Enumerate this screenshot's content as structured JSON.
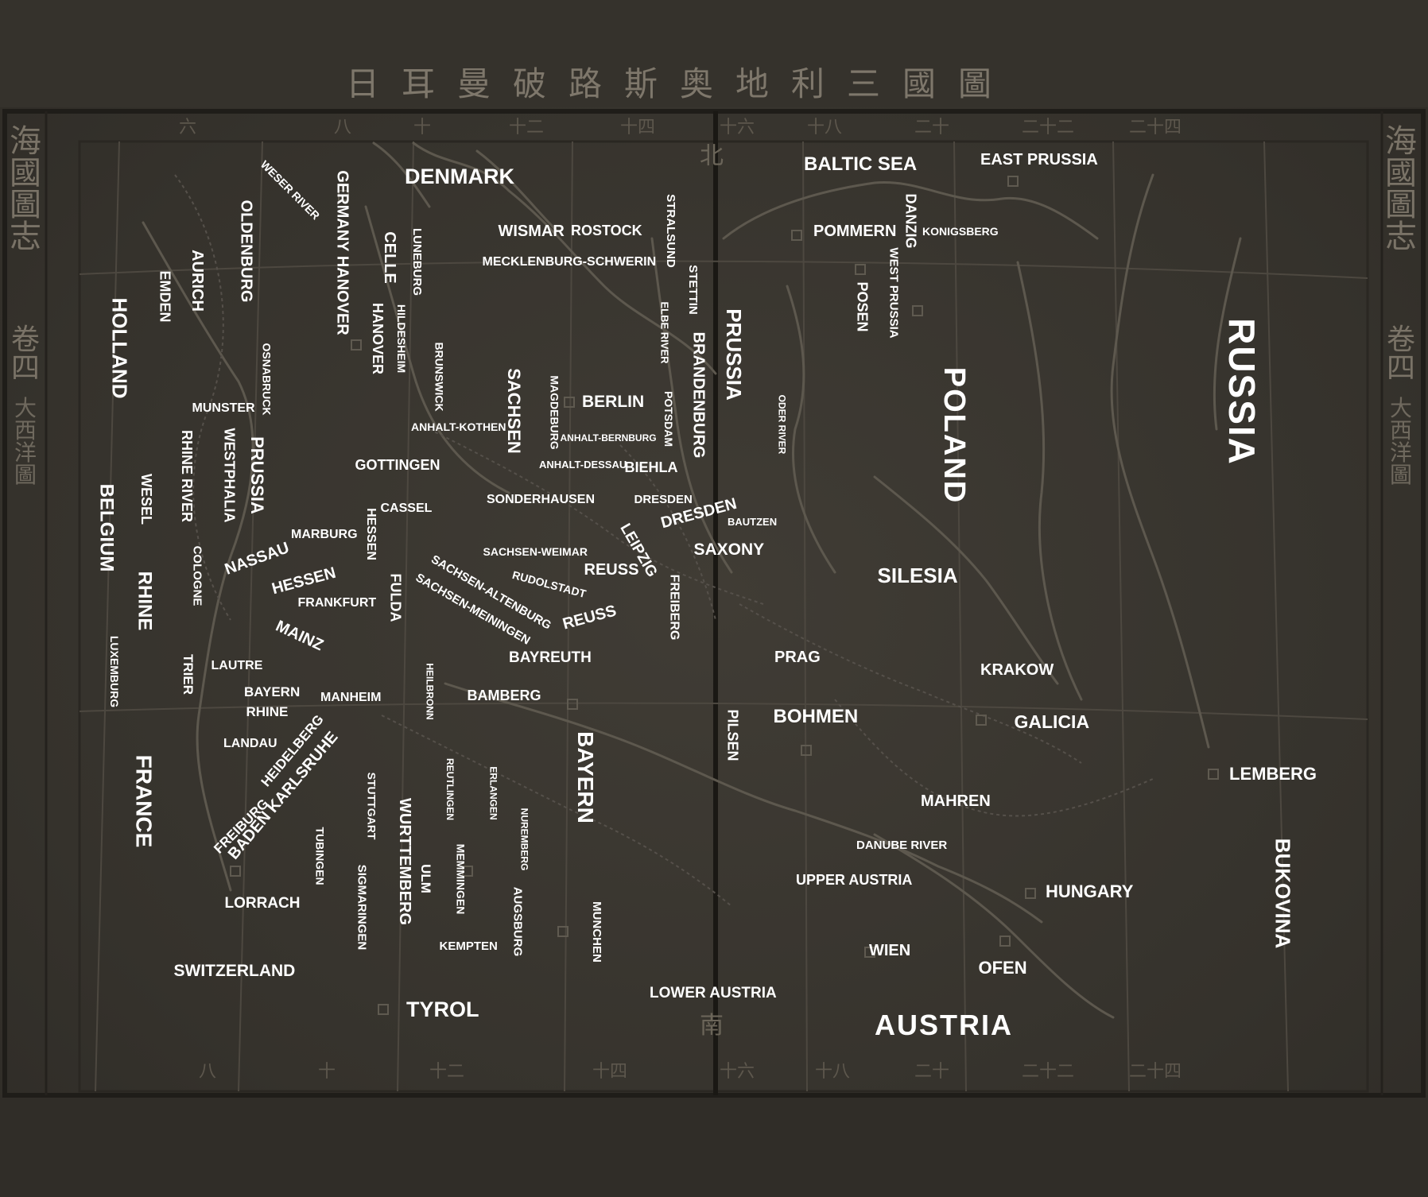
{
  "map": {
    "title_cn": "日耳曼破路斯奥地利三國圖",
    "side_title_left": "海國圖志",
    "side_title_right": "海國圖志",
    "volume_left": "卷四",
    "volume_right": "卷四",
    "subtitle_left": "大西洋圖",
    "subtitle_right": "大西洋圖",
    "north_marker": "北",
    "south_marker": "南",
    "top_scale": [
      "六",
      "八",
      "十",
      "十二",
      "十四",
      "十六",
      "十八",
      "二十",
      "二十二",
      "二十四"
    ],
    "bottom_scale": [
      "八",
      "十",
      "十二",
      "十四",
      "十六",
      "十八",
      "二十",
      "二十二",
      "二十四"
    ],
    "labels": {
      "denmark": "DENMARK",
      "baltic_sea": "BALTIC SEA",
      "east_prussia": "EAST PRUSSIA",
      "weser_river": "WESER RIVER",
      "oldenburg": "OLDENBURG",
      "germany_hanover": "GERMANY HANOVER",
      "celle": "CELLE",
      "luneburg": "LUNEBURG",
      "wismar": "WISMAR",
      "rostock": "ROSTOCK",
      "mecklenburg_schwerin": "MECKLENBURG-SCHWERIN",
      "stralsund": "STRALSUND",
      "stettin": "STETTIN",
      "pommern": "POMMERN",
      "danzig": "DANZIG",
      "konigsberg": "KONIGSBERG",
      "west_prussia": "WEST PRUSSIA",
      "posen": "POSEN",
      "aurich": "AURICH",
      "emden": "EMDEN",
      "holland": "HOLLAND",
      "hanover": "HANOVER",
      "hildesheim": "HILDESHEIM",
      "elbe_river": "ELBE RIVER",
      "brandenburg": "BRANDENBURG",
      "prussia_east": "PRUSSIA",
      "russia": "RUSSIA",
      "osnabruck": "OSNABRUCK",
      "brunswick": "BRUNSWICK",
      "sachsen": "SACHSEN",
      "magdeburg": "MAGDEBURG",
      "berlin": "BERLIN",
      "potsdam": "POTSDAM",
      "oder_river": "ODER RIVER",
      "poland": "POLAND",
      "munster": "MUNSTER",
      "anhalt_kothen": "ANHALT-KOTHEN",
      "anhalt_bernburg": "ANHALT-BERNBURG",
      "rhine_river": "RHINE RIVER",
      "westphalia": "WESTPHALIA",
      "prussia_west": "PRUSSIA",
      "gottingen": "GOTTINGEN",
      "anhalt_dessau": "ANHALT-DESSAU",
      "biehla": "BIEHLA",
      "belgium": "BELGIUM",
      "wesel": "WESEL",
      "cassel": "CASSEL",
      "sonderhausen": "SONDERHAUSEN",
      "dresden_small": "DRESDEN",
      "dresden_big": "DRESDEN",
      "bautzen": "BAUTZEN",
      "hessen_vertical": "HESSEN",
      "marburg": "MARBURG",
      "leipzig": "LEIPZIG",
      "saxony": "SAXONY",
      "sachsen_weimar": "SACHSEN-WEIMAR",
      "silesia": "SILESIA",
      "nassau": "NASSAU",
      "cologne": "COLOGNE",
      "rhine": "RHINE",
      "hessen": "HESSEN",
      "rudolstadt": "RUDOLSTADT",
      "reuss_1": "REUSS",
      "freiberg": "FREIBERG",
      "sachsen_altenburg": "SACHSEN-ALTENBURG",
      "fulda": "FULDA",
      "frankfurt": "FRANKFURT",
      "sachsen_meiningen": "SACHSEN-MEININGEN",
      "reuss_2": "REUSS",
      "mainz": "MAINZ",
      "luxemburg": "LUXEMBURG",
      "bayreuth": "BAYREUTH",
      "prag": "PRAG",
      "trier": "TRIER",
      "lautre": "LAUTRE",
      "krakow": "KRAKOW",
      "heilbronn": "HEILBRONN",
      "bayern_rhine_1": "BAYERN",
      "bayern_rhine_2": "RHINE",
      "manheim": "MANHEIM",
      "bamberg": "BAMBERG",
      "bohmen": "BOHMEN",
      "galicia": "GALICIA",
      "bayern": "BAYERN",
      "pilsen": "PILSEN",
      "landau": "LANDAU",
      "heidelberg": "HEIDELBERG",
      "france": "FRANCE",
      "stuttgart": "STUTTGART",
      "reutlingen": "REUTLINGEN",
      "erlangen": "ERLANGEN",
      "lemberg": "LEMBERG",
      "baden_karlsruhe": "BADEN KARLSRUHE",
      "freiburg": "FREIBURG",
      "wurttemberg": "WURTTEMBERG",
      "mahren": "MAHREN",
      "nuremberg": "NUREMBERG",
      "tubingen": "TUBINGEN",
      "danube_river": "DANUBE RIVER",
      "bukovina": "BUKOVINA",
      "memmingen": "MEMMINGEN",
      "ulm": "ULM",
      "upper_austria": "UPPER AUSTRIA",
      "sigmaringen": "SIGMARINGEN",
      "hungary": "HUNGARY",
      "lorrach": "LORRACH",
      "augsburg": "AUGSBURG",
      "munchen": "MUNCHEN",
      "kempten": "KEMPTEN",
      "wien": "WIEN",
      "ofen": "OFEN",
      "switzerland": "SWITZERLAND",
      "lower_austria": "LOWER AUSTRIA",
      "tyrol": "TYROL",
      "austria": "AUSTRIA"
    },
    "colors": {
      "background": "#3a3630",
      "ink": "#6f6a60",
      "label": "#ffffff"
    }
  }
}
